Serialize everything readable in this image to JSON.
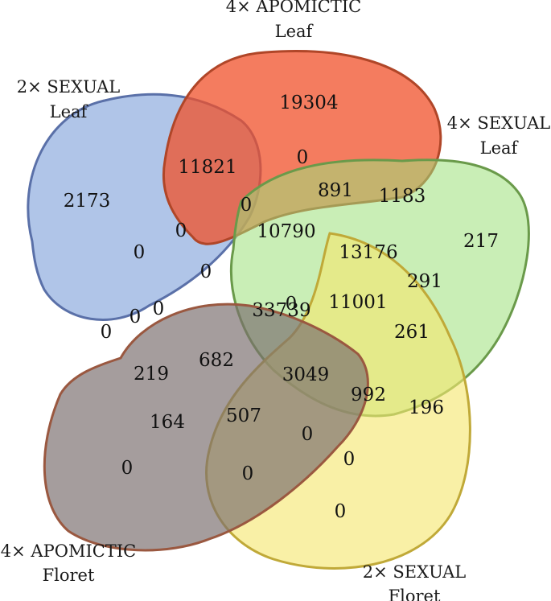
{
  "sets": [
    {
      "id": "2x_sexual_leaf",
      "label_line1": "2× SEXUAL",
      "label_line2": "Leaf",
      "color": "#7c9fd8"
    },
    {
      "id": "4x_apomictic_leaf",
      "label_line1": "4× APOMICTIC",
      "label_line2": "Leaf",
      "color": "#f0502a"
    },
    {
      "id": "4x_sexual_leaf",
      "label_line1": "4× SEXUAL",
      "label_line2": "Leaf",
      "color": "#9ce07a"
    },
    {
      "id": "2x_sexual_floret",
      "label_line1": "2× SEXUAL",
      "label_line2": "Floret",
      "color": "#f5e670"
    },
    {
      "id": "4x_apomictic_floret",
      "label_line1": "4× APOMICTIC",
      "label_line2": "Floret",
      "color": "#7a6e6e"
    }
  ],
  "regions": [
    {
      "key": "r01",
      "value": "2173"
    },
    {
      "key": "r02",
      "value": "19304"
    },
    {
      "key": "r03",
      "value": "217"
    },
    {
      "key": "r04",
      "value": "0"
    },
    {
      "key": "r05",
      "value": "0"
    },
    {
      "key": "r06",
      "value": "11821"
    },
    {
      "key": "r07",
      "value": "0"
    },
    {
      "key": "r08",
      "value": "891"
    },
    {
      "key": "r09",
      "value": "1183"
    },
    {
      "key": "r10",
      "value": "0"
    },
    {
      "key": "r11",
      "value": "0"
    },
    {
      "key": "r12",
      "value": "10790"
    },
    {
      "key": "r13",
      "value": "13176"
    },
    {
      "key": "r14",
      "value": "0"
    },
    {
      "key": "r15",
      "value": "0"
    },
    {
      "key": "r16",
      "value": "291"
    },
    {
      "key": "r17",
      "value": "0"
    },
    {
      "key": "r18",
      "value": "33739"
    },
    {
      "key": "r19",
      "value": "11001"
    },
    {
      "key": "r20",
      "value": "0"
    },
    {
      "key": "r21",
      "value": "261"
    },
    {
      "key": "r22",
      "value": "219"
    },
    {
      "key": "r23",
      "value": "682"
    },
    {
      "key": "r24",
      "value": "3049"
    },
    {
      "key": "r25",
      "value": "992"
    },
    {
      "key": "r26",
      "value": "196"
    },
    {
      "key": "r27",
      "value": "164"
    },
    {
      "key": "r28",
      "value": "507"
    },
    {
      "key": "r29",
      "value": "0"
    },
    {
      "key": "r30",
      "value": "0"
    },
    {
      "key": "r31",
      "value": "0"
    },
    {
      "key": "r32",
      "value": "0"
    },
    {
      "key": "r33",
      "value": "0"
    }
  ]
}
